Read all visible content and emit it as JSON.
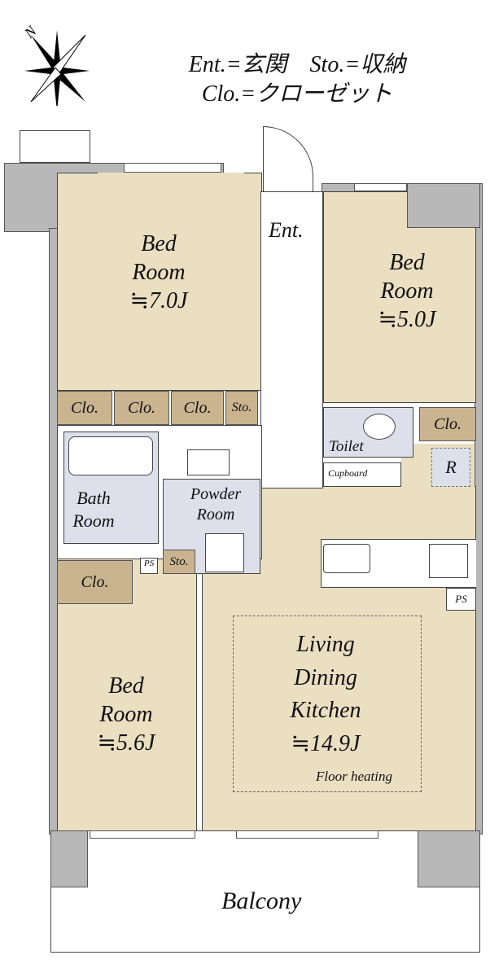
{
  "compass": {
    "north_label": "N"
  },
  "legend": {
    "line1": "Ent.=玄関　Sto.=収納",
    "line2": "Clo.=クローゼット"
  },
  "rooms": {
    "bed1": {
      "name1": "Bed",
      "name2": "Room",
      "size": "≒7.0J"
    },
    "bed2": {
      "name1": "Bed",
      "name2": "Room",
      "size": "≒5.0J"
    },
    "bed3": {
      "name1": "Bed",
      "name2": "Room",
      "size": "≒5.6J"
    },
    "ldk": {
      "name1": "Living",
      "name2": "Dining",
      "name3": "Kitchen",
      "size": "≒14.9J",
      "note": "Floor heating"
    },
    "entrance": "Ent.",
    "bath": {
      "name1": "Bath",
      "name2": "Room"
    },
    "powder": {
      "name1": "Powder",
      "name2": "Room"
    },
    "toilet": "Toilet",
    "cupboard": "Cupboard",
    "balcony": "Balcony",
    "refrigerator": "R",
    "closet": "Clo.",
    "storage": "Sto.",
    "pipe_space": "PS"
  }
}
